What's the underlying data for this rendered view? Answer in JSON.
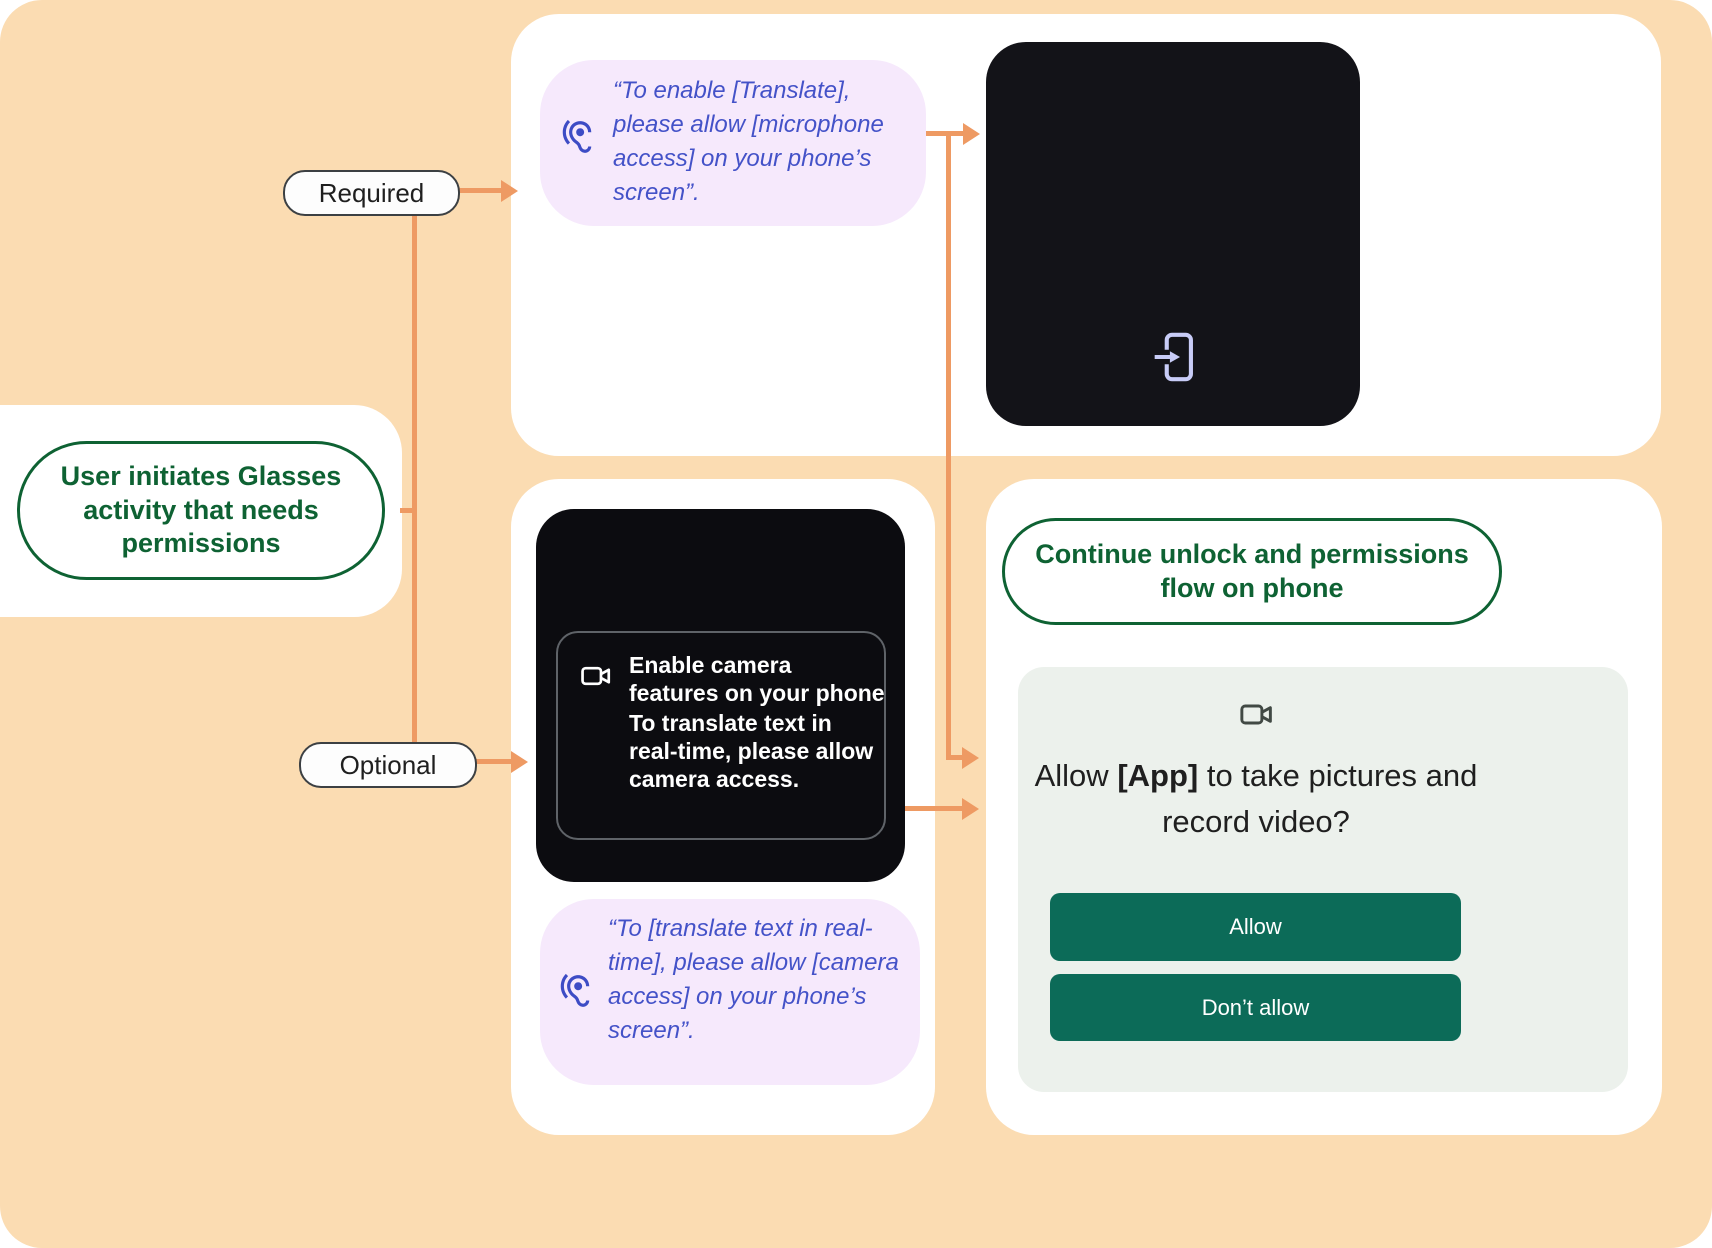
{
  "colors": {
    "background": "#FBDCB2",
    "arrow": "#EE9A63",
    "green_accent": "#0E6233",
    "speech_bubble_bg": "#F6E9FC",
    "speech_text": "#4452C8",
    "glasses_screen_bg": "#0C0C10",
    "phone_panel_bg": "#ECF1EC",
    "button_bg": "#0C6B58"
  },
  "start_node": {
    "label": "User initiates Glasses activity that needs permissions"
  },
  "branches": {
    "required_label": "Required",
    "optional_label": "Optional"
  },
  "required_path": {
    "voice_prompt": "“To enable [Translate], please allow [microphone access] on your phone’s screen”.",
    "glasses_screen_icon": "send-to-phone-icon"
  },
  "optional_path": {
    "glasses_prompt_title": "Enable camera features on your phone",
    "glasses_prompt_body": "To translate text in real-time, please allow camera access.",
    "voice_prompt": "“To [translate text in real-time], please allow [camera access] on your phone’s screen”."
  },
  "phone_flow": {
    "title": "Continue unlock and permissions flow on phone",
    "dialog": {
      "question_prefix": "Allow ",
      "question_app": "[App]",
      "question_suffix": " to take pictures and record video?",
      "allow_label": "Allow",
      "dont_allow_label": "Don’t allow"
    }
  }
}
